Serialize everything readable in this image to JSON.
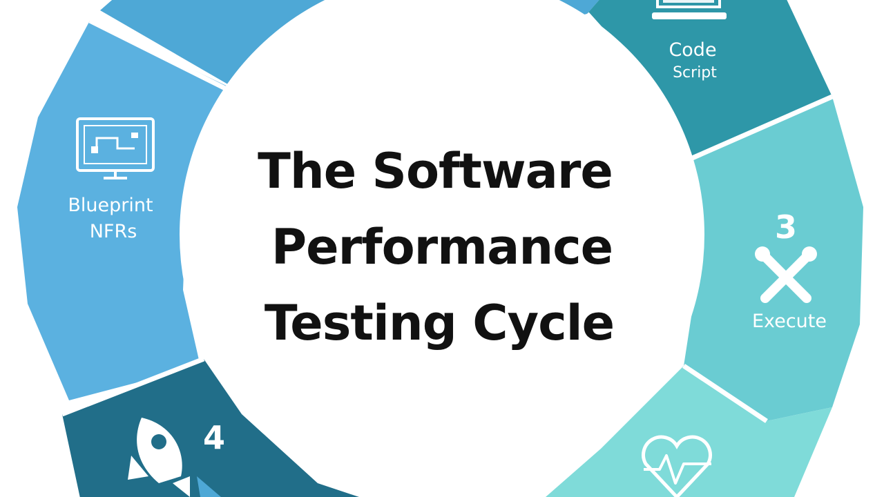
{
  "title": {
    "lines": [
      "The Software",
      "Performance",
      "Testing Cycle"
    ]
  },
  "stages": {
    "blueprint": {
      "line1": "Blueprint",
      "line2": "NFRs",
      "icon": "monitor-icon"
    },
    "code": {
      "line1": "Code",
      "line2": "Script",
      "icon": "laptop-icon"
    },
    "execute": {
      "number": "3",
      "label": "Execute",
      "icon": "tools-icon"
    },
    "launch": {
      "number": "4",
      "icon": "rocket-icon"
    },
    "monitor": {
      "icon": "heartbeat-icon"
    }
  },
  "colors": {
    "blueprint": "#5BB1E0",
    "top": "#4EA8D6",
    "code": "#2E97A8",
    "execute": "#6ACCD2",
    "monitor": "#7FDBD9",
    "launch": "#216E89"
  }
}
